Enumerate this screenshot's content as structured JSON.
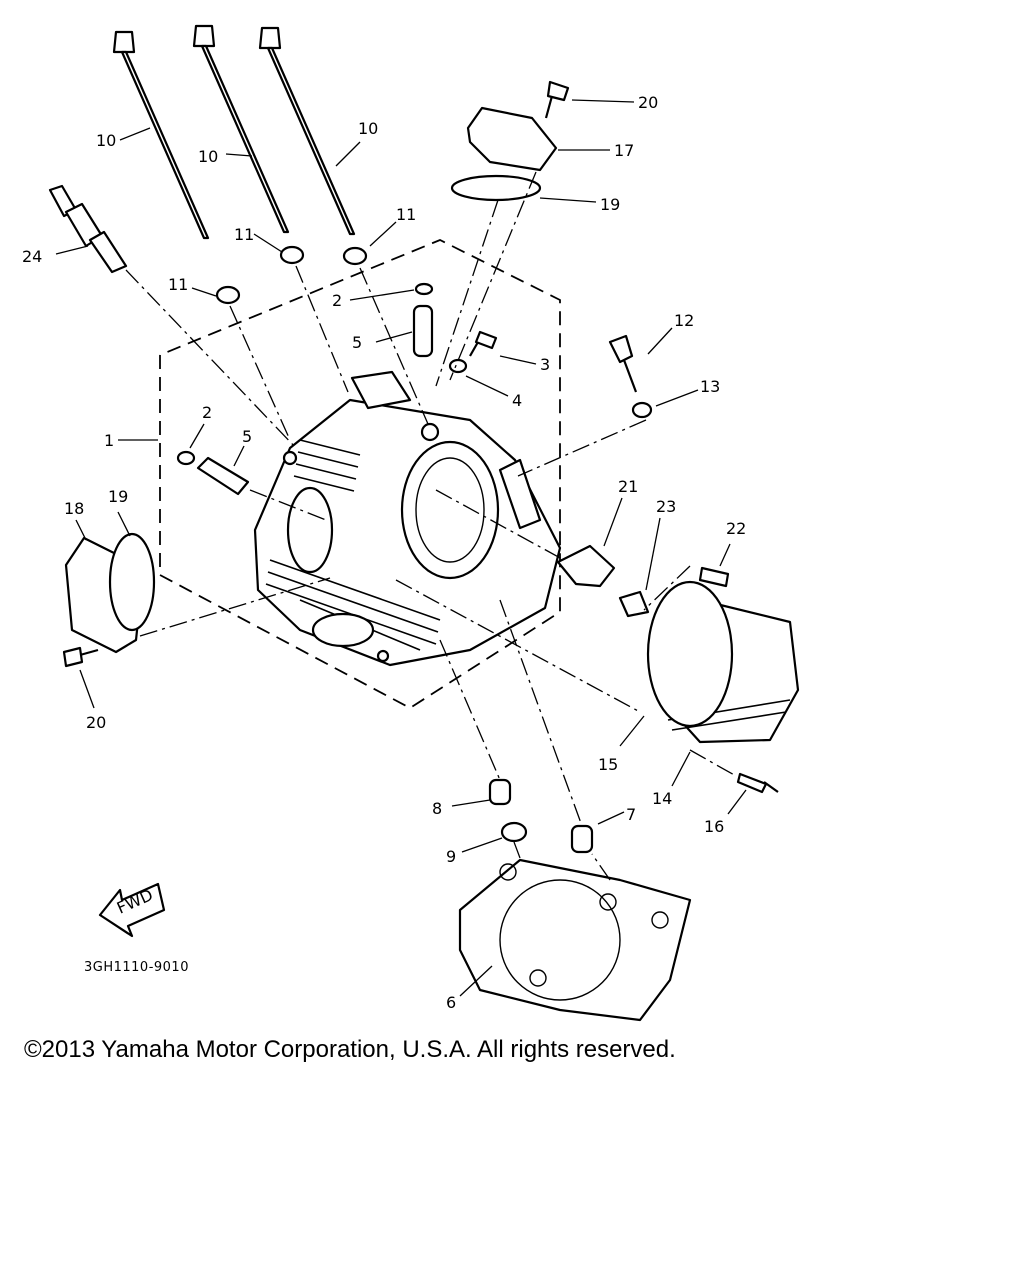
{
  "callouts": {
    "c1": "1",
    "c2a": "2",
    "c2b": "2",
    "c3": "3",
    "c4": "4",
    "c5a": "5",
    "c5b": "5",
    "c6": "6",
    "c7": "7",
    "c8": "8",
    "c9": "9",
    "c10a": "10",
    "c10b": "10",
    "c10c": "10",
    "c11a": "11",
    "c11b": "11",
    "c11c": "11",
    "c12": "12",
    "c13": "13",
    "c14": "14",
    "c15": "15",
    "c16": "16",
    "c17": "17",
    "c18": "18",
    "c19a": "19",
    "c19b": "19",
    "c20a": "20",
    "c20b": "20",
    "c21": "21",
    "c22": "22",
    "c23": "23",
    "c24": "24"
  },
  "fwd_label": "FWD",
  "diagram_code": "3GH1110-9010",
  "copyright": "©2013 Yamaha Motor Corporation, U.S.A. All rights reserved."
}
